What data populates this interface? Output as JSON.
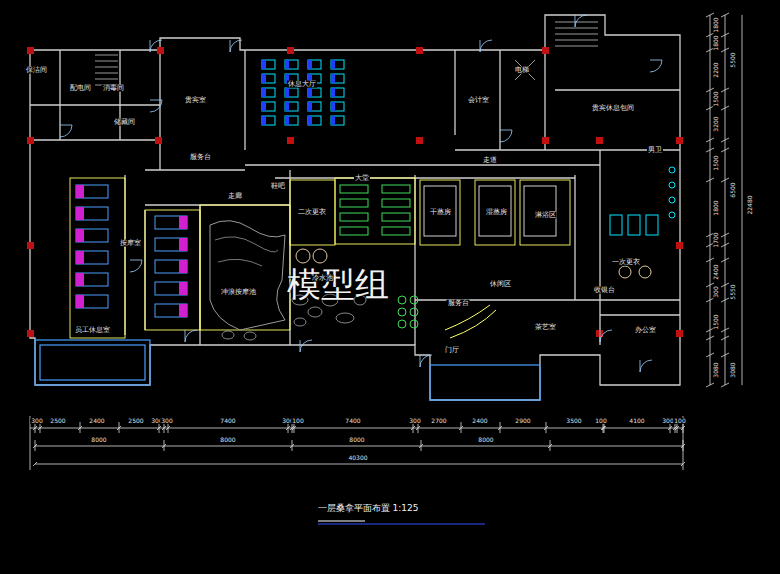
{
  "diagram": {
    "title": "一层桑拿平面布置 1:125",
    "labels": [
      "模型组",
      "保洁间",
      "配电间",
      "消毒间",
      "储藏间",
      "贵宾室",
      "休息大厅",
      "服务台",
      "大堂",
      "会计室",
      "电梯",
      "贵宾休息包间",
      "男卫",
      "按摩室",
      "员工休息室",
      "走廊",
      "二次更衣",
      "冲浪按摩池",
      "鞋吧",
      "干蒸房",
      "湿蒸房",
      "淋浴区",
      "冷水池",
      "服务台",
      "休闲区",
      "一次更衣",
      "收银台",
      "茶艺室",
      "办公室",
      "门厅",
      "走道",
      "300",
      "2500",
      "2400",
      "2500",
      "300",
      "300",
      "7400",
      "300",
      "100",
      "7400",
      "300",
      "2700",
      "2400",
      "2900",
      "3500",
      "100",
      "4100",
      "300",
      "100",
      "8000",
      "8000",
      "8000",
      "8000",
      "40300",
      "1800",
      "1800",
      "2200",
      "1500",
      "3200",
      "1500",
      "1800",
      "1700",
      "2400",
      "300",
      "1500",
      "3080",
      "5500",
      "6500",
      "5550",
      "3080",
      "22480"
    ]
  }
}
